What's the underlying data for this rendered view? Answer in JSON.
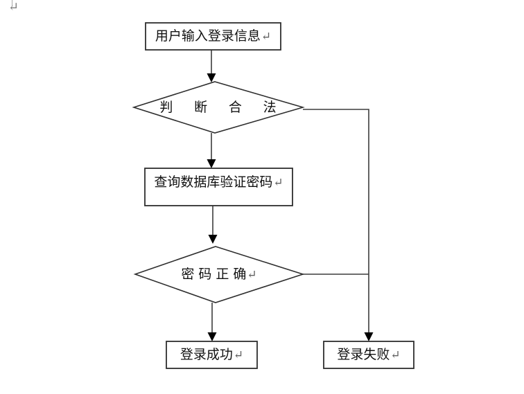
{
  "document": {
    "background": "#ffffff",
    "paragraph_mark": "↵"
  },
  "colors": {
    "shape_border": "#2e2e2e",
    "connector_line": "#3c3c3c",
    "arrowhead_fill": "#000000",
    "label_text": "#111111",
    "eol_mark": "#5f5f5f"
  },
  "flowchart": {
    "type": "flowchart",
    "nodes": [
      {
        "id": "start",
        "shape": "rectangle",
        "label": "用户输入登录信息",
        "eol": "↵"
      },
      {
        "id": "check-valid",
        "shape": "diamond",
        "label": "判 断 合 法",
        "eol": ""
      },
      {
        "id": "query-db",
        "shape": "rectangle",
        "label": "查询数据库验证密码",
        "eol": "↵"
      },
      {
        "id": "check-password",
        "shape": "diamond",
        "label": "密码正确",
        "eol": "↵"
      },
      {
        "id": "login-success",
        "shape": "rectangle",
        "label": "登录成功",
        "eol": "↵"
      },
      {
        "id": "login-fail",
        "shape": "rectangle",
        "label": "登录失败",
        "eol": "↵"
      }
    ],
    "edges": [
      {
        "from": "start",
        "to": "check-valid",
        "style": "arrow-down"
      },
      {
        "from": "check-valid",
        "to": "query-db",
        "style": "arrow-down"
      },
      {
        "from": "query-db",
        "to": "check-password",
        "style": "arrow-down"
      },
      {
        "from": "check-password",
        "to": "login-success",
        "style": "arrow-down"
      },
      {
        "from": "check-valid",
        "to": "login-fail",
        "style": "right-elbow-arrow"
      },
      {
        "from": "check-password",
        "to": "login-fail",
        "style": "right-elbow-arrow"
      }
    ]
  }
}
